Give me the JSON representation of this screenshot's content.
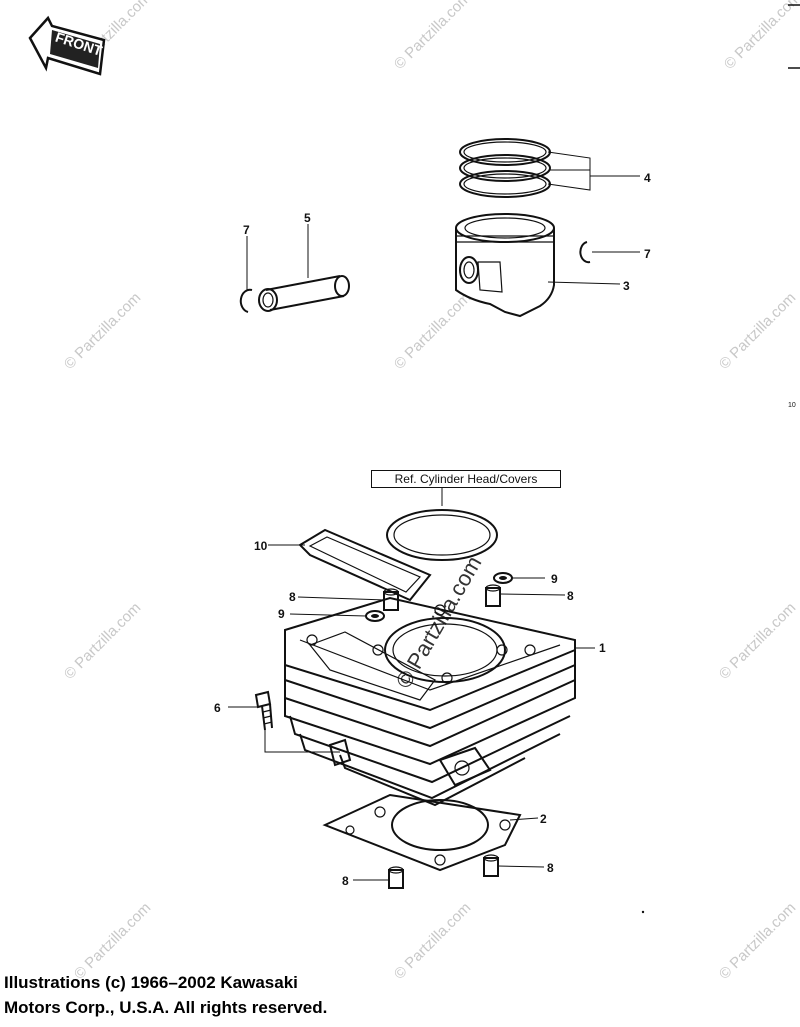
{
  "front_badge": "FRONT",
  "reference_label": "Ref.  Cylinder Head/Covers",
  "watermark_text": "© Partzilla.com",
  "edge_mark": "10",
  "copyright": {
    "line1": "Illustrations (c) 1966–2002 Kawasaki",
    "line2": "Motors Corp., U.S.A.  All rights reserved."
  },
  "callouts": {
    "c1": "1",
    "c2": "2",
    "c3": "3",
    "c4": "4",
    "c5": "5",
    "c6": "6",
    "c7a": "7",
    "c7b": "7",
    "c8a": "8",
    "c8b": "8",
    "c8c": "8",
    "c8d": "8",
    "c9a": "9",
    "c9b": "9",
    "c10": "10"
  }
}
